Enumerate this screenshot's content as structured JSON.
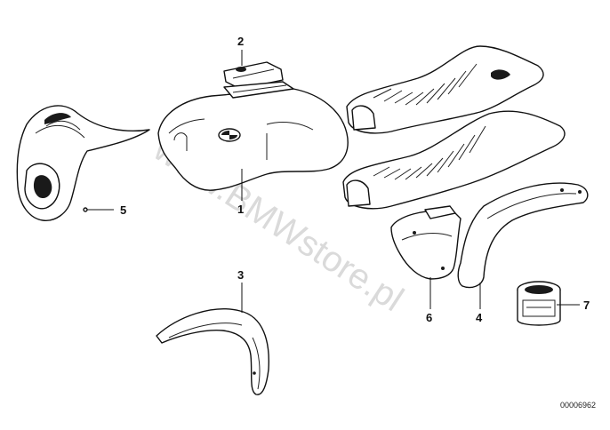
{
  "diagram": {
    "watermark": "www.BMWstore.pl",
    "doc_id": "00006962",
    "callouts": [
      {
        "id": "1",
        "label": "1"
      },
      {
        "id": "2",
        "label": "2"
      },
      {
        "id": "3",
        "label": "3"
      },
      {
        "id": "4",
        "label": "4"
      },
      {
        "id": "5",
        "label": "5"
      },
      {
        "id": "6",
        "label": "6"
      },
      {
        "id": "7",
        "label": "7"
      }
    ]
  }
}
